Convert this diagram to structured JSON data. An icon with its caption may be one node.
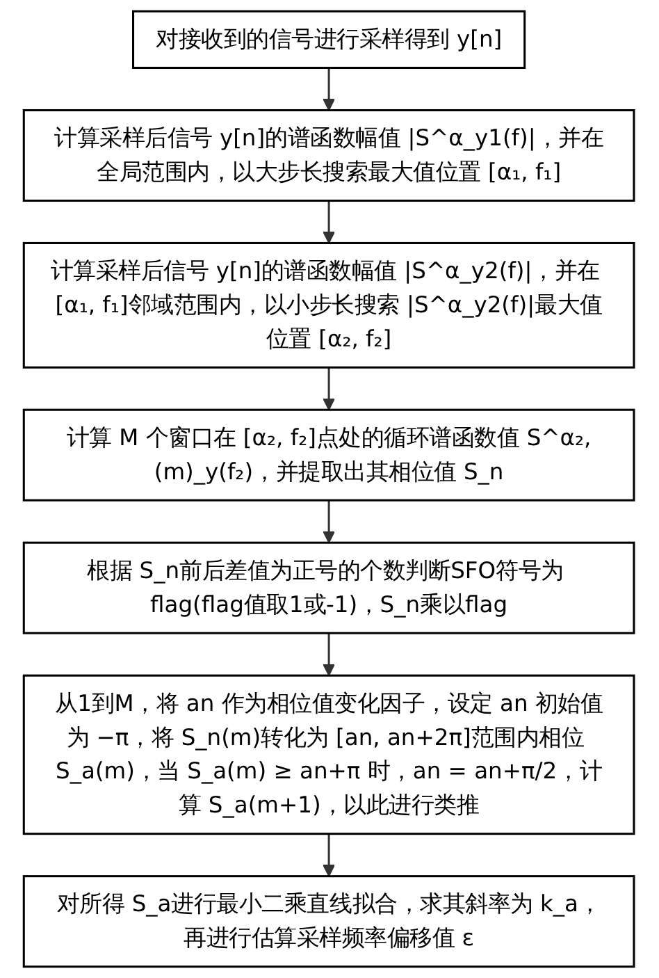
{
  "diagram": {
    "nodes": [
      {
        "text": [
          "对接收到的信号进行采样得到 y[n]"
        ]
      },
      {
        "text": [
          "计算采样后信号 y[n]的谱函数幅值 |S^α_y1(f)|，并在全局范围内，以大步长搜索最大值位置 [α₁, f₁]"
        ]
      },
      {
        "text": [
          "计算采样后信号 y[n]的谱函数幅值 |S^α_y2(f)|，并在 [α₁, f₁]邻域范围内，以小步长搜索 |S^α_y2(f)|最大值位置 [α₂, f₂]"
        ]
      },
      {
        "text": [
          "计算 M 个窗口在 [α₂, f₂]点处的循环谱函数值 S^α₂,(m)_y(f₂)，并提取出其相位值 S_n"
        ]
      },
      {
        "text": [
          "根据 S_n前后差值为正号的个数判断SFO符号为 flag(flag值取1或-1)，S_n乘以flag"
        ]
      },
      {
        "text": [
          "从1到M，将 an 作为相位值变化因子，设定 an 初始值为 −π，将 S_n(m)转化为 [an, an+2π]范围内相位 S_a(m)，当 S_a(m) ≥ an+π 时，an = an+π/2，计算 S_a(m+1)，以此进行类推"
        ]
      },
      {
        "text": [
          "对所得 S_a进行最小二乘直线拟合，求其斜率为 k_a，再进行估算采样频率偏移值 ε"
        ]
      }
    ],
    "edges": [
      {
        "from": 0,
        "to": 1,
        "arrow": "to"
      },
      {
        "from": 1,
        "to": 2,
        "arrow": "to"
      },
      {
        "from": 2,
        "to": 3,
        "arrow": "to"
      },
      {
        "from": 3,
        "to": 4,
        "arrow": "to"
      },
      {
        "from": 4,
        "to": 5,
        "arrow": "to"
      },
      {
        "from": 5,
        "to": 6,
        "arrow": "to"
      }
    ]
  }
}
